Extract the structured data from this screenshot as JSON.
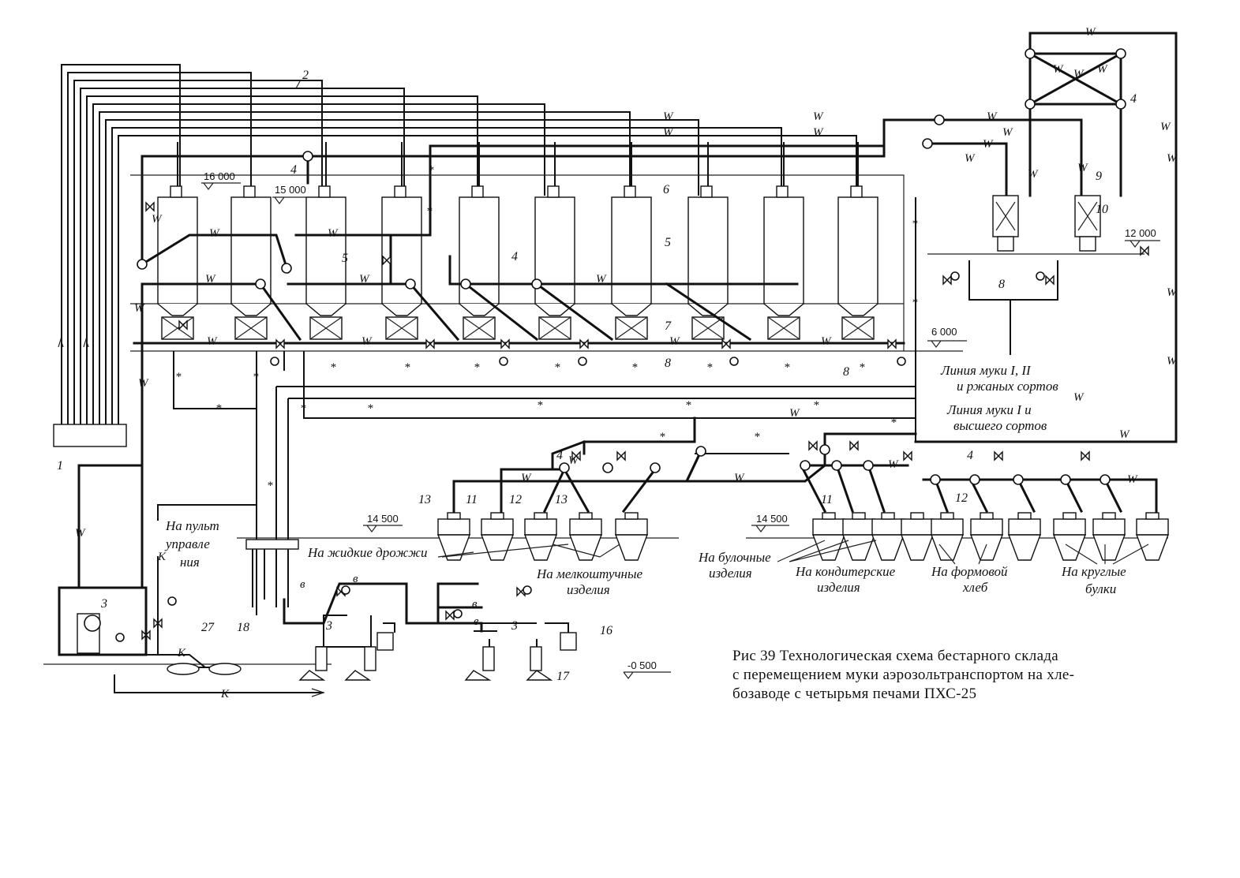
{
  "caption": {
    "line1": "Рис 39 Технологическая схема бестарного склада",
    "line2": "с перемещением муки аэрозольтранспортом на хле-",
    "line3": "бозаводе с четырьмя печами ПХС-25"
  },
  "elevations": {
    "e16000": "16 000",
    "e15000": "15 000",
    "e12000": "12 000",
    "e6000": "6 000",
    "e14500_left": "14 500",
    "e14500_right": "14 500",
    "e_minus500": "-0 500"
  },
  "annotations": {
    "line_flour_1_1": "Линия муки I, II",
    "line_flour_1_2": "и ржаных сортов",
    "line_flour_2_1": "Линия муки I и",
    "line_flour_2_2": "высшего сортов",
    "control_panel_1": "На пульт",
    "control_panel_2": "управле",
    "control_panel_3": "ния",
    "liquid_yeast": "На жидкие дрожжи",
    "small_piece_1": "На мелкоштучные",
    "small_piece_2": "изделия",
    "bun_1": "На булочные",
    "bun_2": "изделия",
    "confect_1": "На кондитерские",
    "confect_2": "изделия",
    "mold_1": "На формовой",
    "mold_2": "хлеб",
    "round_1": "На круглые",
    "round_2": "булки"
  },
  "part_numbers": {
    "p1": "1",
    "p2": "2",
    "p3": "3",
    "p4": "4",
    "p5": "5",
    "p6": "6",
    "p7": "7",
    "p8": "8",
    "p9": "9",
    "p10": "10",
    "p11": "11",
    "p12": "12",
    "p13": "13",
    "p16": "16",
    "p17": "17",
    "p18": "18",
    "p27": "27"
  },
  "line_marks": {
    "w": "W",
    "star": "*",
    "k": "K",
    "v": "в"
  },
  "silo_count": 10,
  "icons": [
    "silo",
    "hopper",
    "valve-icon",
    "pressure-gauge-icon",
    "branch-node-icon",
    "filter-icon",
    "compressor-icon",
    "blower-icon"
  ]
}
